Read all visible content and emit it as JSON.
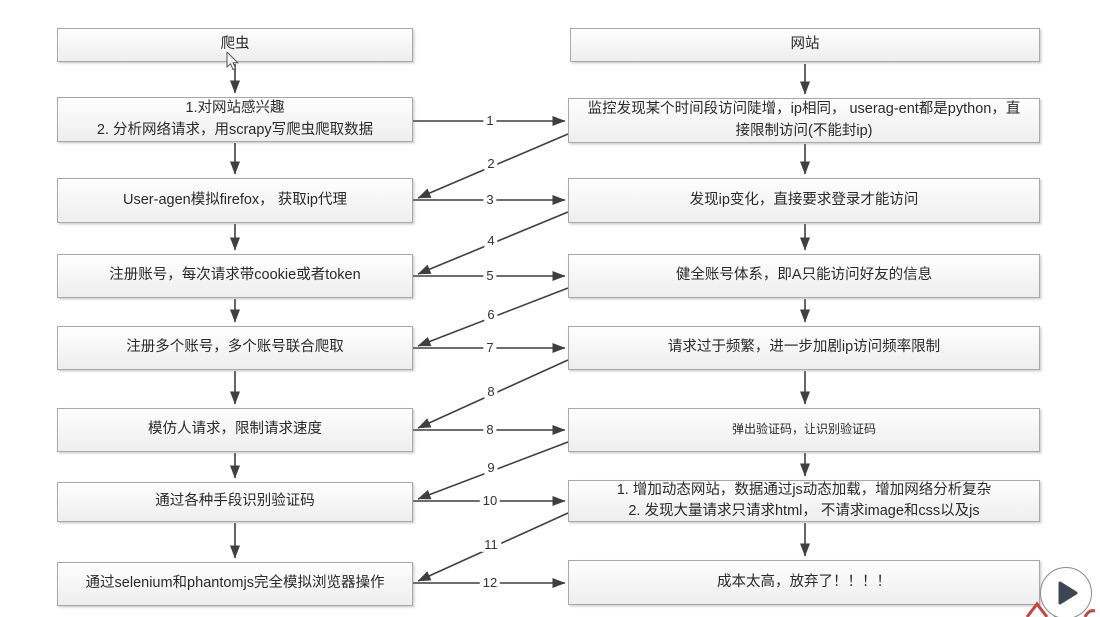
{
  "diagram": {
    "left_column": {
      "header": "爬虫",
      "boxes": [
        "1.对网站感兴趣\n2. 分析网络请求，用scrapy写爬虫爬取数据",
        "User-agen模拟firefox， 获取ip代理",
        "注册账号，每次请求带cookie或者token",
        "注册多个账号，多个账号联合爬取",
        "模仿人请求，限制请求速度",
        "通过各种手段识别验证码",
        "通过selenium和phantomjs完全模拟浏览器操作"
      ]
    },
    "right_column": {
      "header": "网站",
      "boxes": [
        "监控发现某个时间段访问陡增，ip相同， userag-ent都是python，直\n接限制访问(不能封ip)",
        "发现ip变化，直接要求登录才能访问",
        "健全账号体系，即A只能访问好友的信息",
        "请求过于频繁，进一步加剧ip访问频率限制",
        "弹出验证码，让识别验证码",
        "1. 增加动态网站，数据通过js动态加载，增加网络分析复杂\n2. 发现大量请求只请求html， 不请求image和css以及js",
        "成本太高，放弃了！！！！"
      ]
    },
    "arrow_labels": {
      "horizontal": [
        "1",
        "3",
        "5",
        "7",
        "8",
        "10",
        "12"
      ],
      "diagonal": [
        "2",
        "4",
        "6",
        "8",
        "9",
        "11"
      ]
    }
  },
  "icons": {
    "play": "play-icon",
    "cursor": "mouse-pointer"
  },
  "colors": {
    "box_border": "#a9a9a9",
    "arrow": "#3f3f3f",
    "text": "#2a2a2a",
    "play_triangle": "#3d4653",
    "watermark_red": "#c8453c"
  }
}
